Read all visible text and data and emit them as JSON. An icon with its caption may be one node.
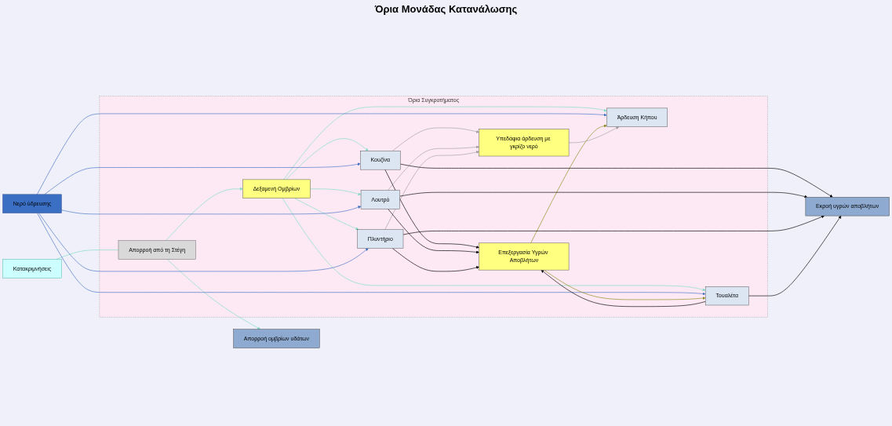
{
  "diagram": {
    "nodes": [
      {
        "text": [
          "Όρια Συγκροτήματος"
        ]
      },
      {
        "text": [
          "Κατακριμνήσεις"
        ]
      },
      {
        "text": [
          "Απορροή από τη Στέγη"
        ],
        "in": 0
      },
      {
        "text": [
          "Δεξαμενή Ομβρίων"
        ],
        "in": 0
      },
      {
        "text": [
          "Επεξεργασία Υγρών Αποβλήτων"
        ],
        "in": 0
      },
      {
        "text": [
          "Υπεδάφια άρδευση με γκρίζο νερό"
        ],
        "in": 0
      },
      {
        "text": [
          "Κουζίνα"
        ],
        "in": 0
      },
      {
        "text": [
          "Λουτρό"
        ],
        "in": 0
      },
      {
        "text": [
          "Πλυντήριο"
        ],
        "in": 0
      },
      {
        "text": [
          "Τουαλέτα"
        ],
        "in": 0
      },
      {
        "text": [
          "Άρδευση Κήπου"
        ],
        "in": 0
      },
      {
        "text": [
          "Νερό ύδρευσης"
        ]
      },
      {
        "text": [
          "Εκροή υγρών αποβλήτων"
        ]
      },
      {
        "text": [
          "Απορροή ομβρίων υδάτων"
        ]
      }
    ],
    "edges": [
      {
        "from": 1,
        "to": 2,
        "arrow": "none",
        "color": "#7fdcc8"
      },
      {
        "from": 2,
        "to": 3,
        "arrow": "to",
        "color": "#7fdcc8"
      },
      {
        "from": 2,
        "to": 13,
        "arrow": "to",
        "color": "#7fdcc8"
      },
      {
        "from": 3,
        "to": 6,
        "arrow": "to",
        "color": "#7fdcc8"
      },
      {
        "from": 3,
        "to": 7,
        "arrow": "to",
        "color": "#7fdcc8"
      },
      {
        "from": 3,
        "to": 8,
        "arrow": "to",
        "color": "#7fdcc8"
      },
      {
        "from": 3,
        "to": 9,
        "arrow": "to",
        "color": "#7fdcc8"
      },
      {
        "from": 3,
        "to": 10,
        "arrow": "to",
        "color": "#7fdcc8"
      },
      {
        "from": 11,
        "to": 6,
        "arrow": "to",
        "color": "#4472c4"
      },
      {
        "from": 11,
        "to": 7,
        "arrow": "to",
        "color": "#4472c4"
      },
      {
        "from": 11,
        "to": 8,
        "arrow": "to",
        "color": "#4472c4"
      },
      {
        "from": 11,
        "to": 9,
        "arrow": "to",
        "color": "#4472c4"
      },
      {
        "from": 11,
        "to": 10,
        "arrow": "to",
        "color": "#4472c4"
      },
      {
        "from": 4,
        "to": 9,
        "arrow": "to",
        "color": "#8b8b1a"
      },
      {
        "from": 4,
        "to": 10,
        "arrow": "to",
        "color": "#8b8b1a"
      },
      {
        "from": 5,
        "to": 10,
        "arrow": "to",
        "color": "#a0a0a0"
      },
      {
        "from": 6,
        "to": 5,
        "arrow": "to",
        "color": "#a0a0a0"
      },
      {
        "from": 7,
        "to": 5,
        "arrow": "to",
        "color": "#a0a0a0"
      },
      {
        "from": 8,
        "to": 5,
        "arrow": "to",
        "color": "#a0a0a0"
      },
      {
        "from": 6,
        "to": 12,
        "arrow": "to",
        "color": "#000000"
      },
      {
        "from": 7,
        "to": 12,
        "arrow": "to",
        "color": "#000000"
      },
      {
        "from": 8,
        "to": 12,
        "arrow": "to",
        "color": "#000000"
      },
      {
        "from": 9,
        "to": 12,
        "arrow": "to",
        "color": "#000000"
      },
      {
        "from": 6,
        "to": 4,
        "arrow": "to",
        "color": "#000000"
      },
      {
        "from": 7,
        "to": 4,
        "arrow": "to",
        "color": "#000000"
      },
      {
        "from": 8,
        "to": 4,
        "arrow": "to",
        "color": "#000000"
      },
      {
        "from": 9,
        "to": 4,
        "arrow": "to",
        "color": "#000000"
      }
    ],
    "labels": [
      "Όρια Μονάδας Κατανάλωσης"
    ]
  }
}
